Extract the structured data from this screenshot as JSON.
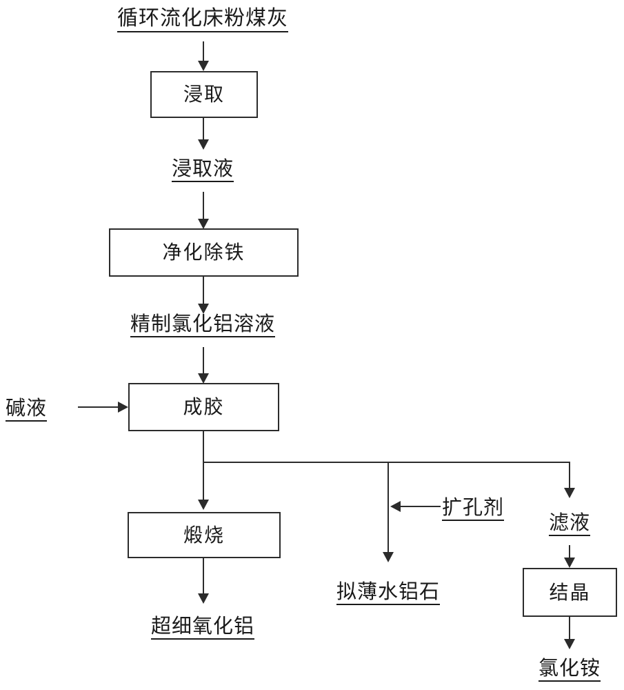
{
  "diagram": {
    "type": "process-flowchart",
    "title_node": "循环流化床粉煤灰",
    "nodes": {
      "feedstock": "循环流化床粉煤灰",
      "leaching": "浸取",
      "leachate": "浸取液",
      "purification": "净化除铁",
      "refined_solution": "精制氯化铝溶液",
      "alkali": "碱液",
      "gelation": "成胶",
      "calcination": "煅烧",
      "pore_agent": "扩孔剂",
      "filtrate": "滤液",
      "ultrafine_alumina": "超细氧化铝",
      "pseudo_boehmite": "拟薄水铝石",
      "crystallization": "结晶",
      "ammonium_chloride": "氯化铵"
    },
    "colors": {
      "stroke": "#2b2b2b",
      "text": "#1a1a1a",
      "background": "#ffffff"
    }
  }
}
